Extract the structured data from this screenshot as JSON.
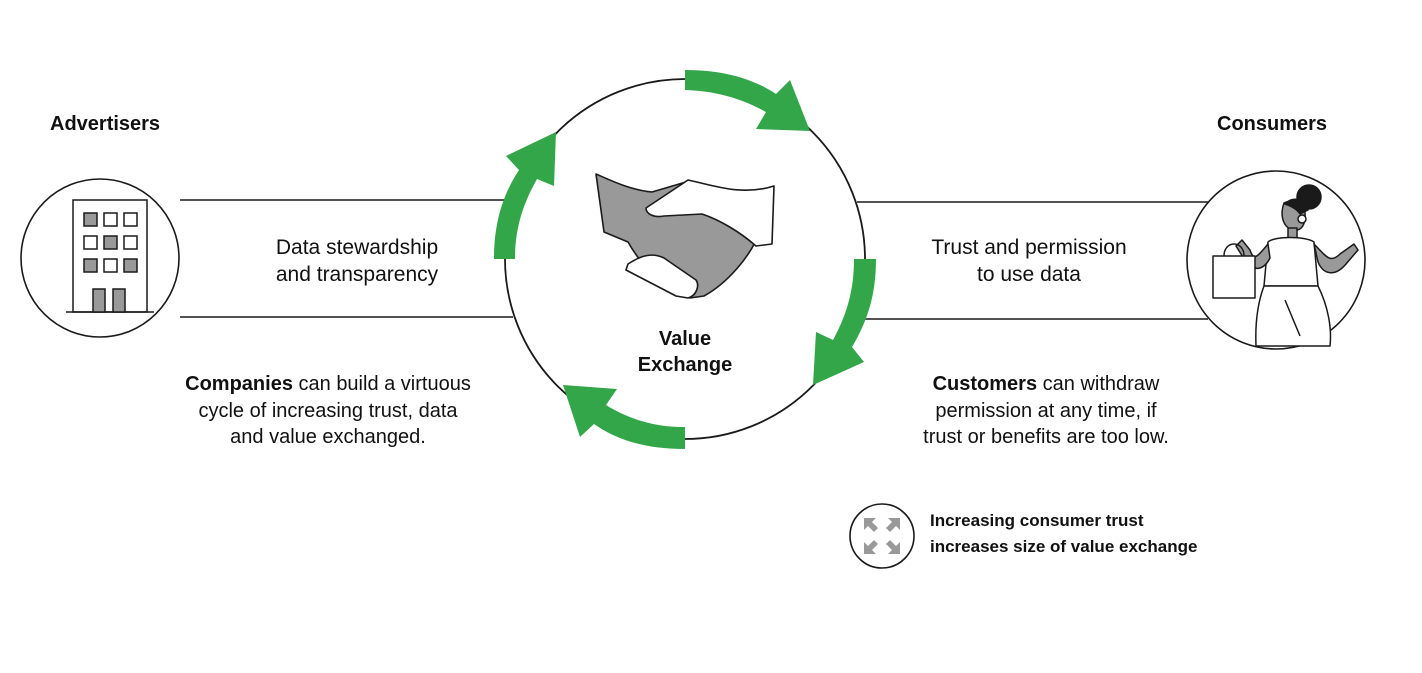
{
  "advertisers": {
    "title": "Advertisers",
    "band_line1": "Data stewardship",
    "band_line2": "and transparency",
    "desc_bold": "Companies",
    "desc_rest1": " can build a virtuous",
    "desc_line2": "cycle of increasing trust, data",
    "desc_line3": "and value exchanged."
  },
  "consumers": {
    "title": "Consumers",
    "band_line1": "Trust and permission",
    "band_line2": "to use data",
    "desc_bold": "Customers",
    "desc_rest1": " can withdraw",
    "desc_line2": "permission at any time, if",
    "desc_line3": "trust or benefits are too low."
  },
  "center": {
    "line1": "Value",
    "line2": "Exchange"
  },
  "legend": {
    "line1": "Increasing consumer trust",
    "line2": "increases size of value exchange"
  },
  "colors": {
    "arrow_green": "#34a64a",
    "icon_gray": "#999999",
    "stroke": "#1a1a1a"
  }
}
